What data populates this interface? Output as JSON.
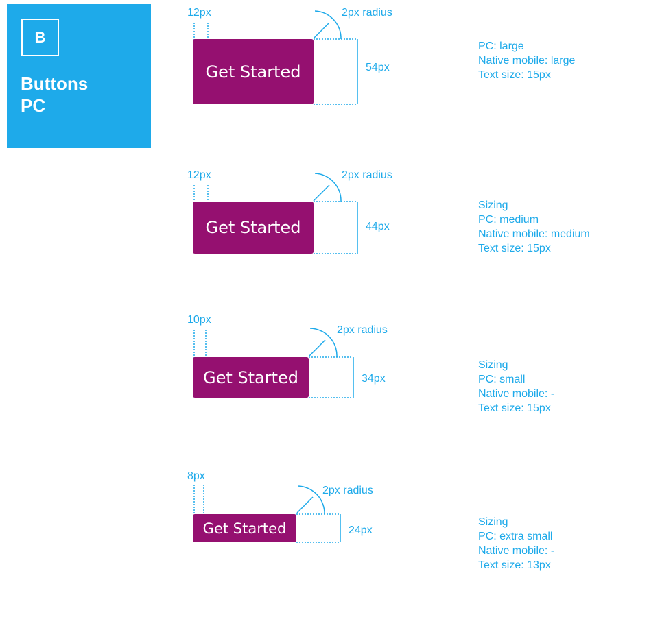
{
  "badge": {
    "letter": "B",
    "title_line1": "Buttons",
    "title_line2": "PC"
  },
  "accent": "#1eaaea",
  "button_color": "#951070",
  "buttons": [
    {
      "label": "Get Started",
      "padding_label": "12px",
      "radius_label": "2px radius",
      "height_label": "54px",
      "spec": [
        "PC: large",
        "Native mobile: large",
        "Text size: 15px"
      ]
    },
    {
      "label": "Get Started",
      "padding_label": "12px",
      "radius_label": "2px radius",
      "height_label": "44px",
      "spec": [
        "Sizing",
        "PC: medium",
        "Native mobile: medium",
        "Text size: 15px"
      ]
    },
    {
      "label": "Get Started",
      "padding_label": "10px",
      "radius_label": "2px radius",
      "height_label": "34px",
      "spec": [
        "Sizing",
        "PC: small",
        "Native mobile: -",
        "Text size: 15px"
      ]
    },
    {
      "label": "Get Started",
      "padding_label": "8px",
      "radius_label": "2px radius",
      "height_label": "24px",
      "spec": [
        "Sizing",
        "PC: extra small",
        "Native mobile: -",
        "Text size: 13px"
      ]
    }
  ]
}
